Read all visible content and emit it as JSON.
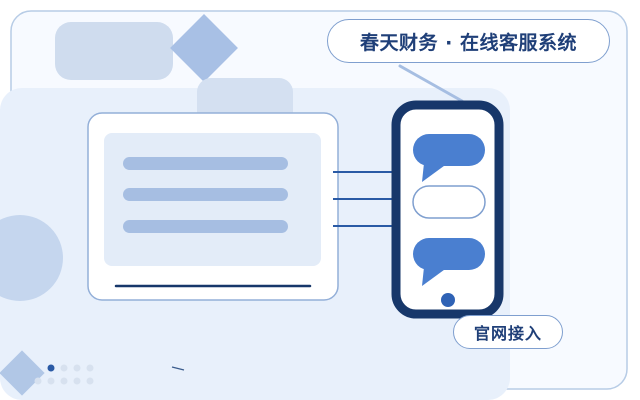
{
  "header": {
    "title": "春天财务 · 在线客服系统"
  },
  "badge": {
    "label": "官网接入"
  },
  "colors": {
    "accent": "#4a7fd0",
    "dark": "#17376a",
    "soft_bar": "#a6bee2",
    "panel_fill": "#e3ecf8",
    "frame": "#b7cce6"
  },
  "carousel": {
    "dot_count": 5,
    "active_index": 0
  }
}
